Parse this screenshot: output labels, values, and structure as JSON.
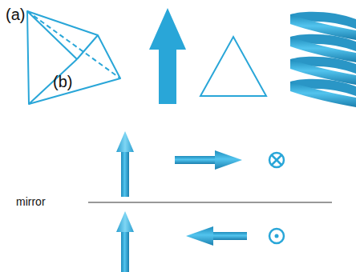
{
  "diagram": {
    "labels": [
      "(a)",
      "(b)",
      "mirror"
    ]
  }
}
